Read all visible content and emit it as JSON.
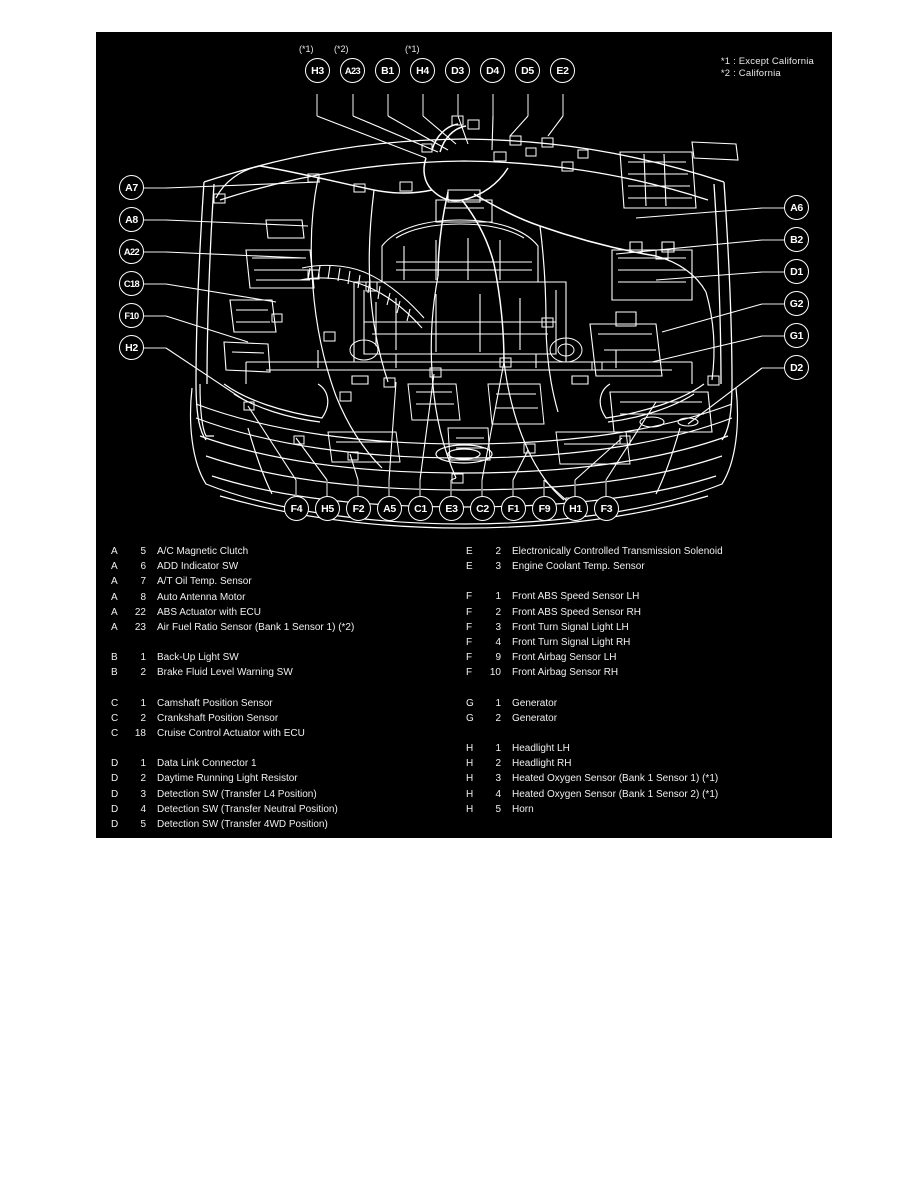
{
  "notes": {
    "line1": "*1 : Except California",
    "line2": "*2 : California"
  },
  "callouts": {
    "top": [
      {
        "id": "H3",
        "star": "(*1)"
      },
      {
        "id": "A23",
        "star": "(*2)"
      },
      {
        "id": "B1",
        "star": ""
      },
      {
        "id": "H4",
        "star": "(*1)"
      },
      {
        "id": "D3",
        "star": ""
      },
      {
        "id": "D4",
        "star": ""
      },
      {
        "id": "D5",
        "star": ""
      },
      {
        "id": "E2",
        "star": ""
      }
    ],
    "left": [
      "A7",
      "A8",
      "A22",
      "C18",
      "F10",
      "H2"
    ],
    "right": [
      "A6",
      "B2",
      "D1",
      "G2",
      "G1",
      "D2"
    ],
    "bottom": [
      "F4",
      "H5",
      "F2",
      "A5",
      "C1",
      "E3",
      "C2",
      "F1",
      "F9",
      "H1",
      "F3"
    ]
  },
  "legend": {
    "left": [
      {
        "type": "A",
        "num": "5",
        "desc": "A/C Magnetic Clutch"
      },
      {
        "type": "A",
        "num": "6",
        "desc": "ADD Indicator SW"
      },
      {
        "type": "A",
        "num": "7",
        "desc": "A/T Oil Temp. Sensor"
      },
      {
        "type": "A",
        "num": "8",
        "desc": "Auto Antenna Motor"
      },
      {
        "type": "A",
        "num": "22",
        "desc": "ABS Actuator with ECU"
      },
      {
        "type": "A",
        "num": "23",
        "desc": "Air Fuel Ratio Sensor (Bank 1 Sensor 1) (*2)"
      },
      {
        "type": "",
        "num": "",
        "desc": ""
      },
      {
        "type": "B",
        "num": "1",
        "desc": "Back-Up Light SW"
      },
      {
        "type": "B",
        "num": "2",
        "desc": "Brake Fluid Level Warning SW"
      },
      {
        "type": "",
        "num": "",
        "desc": ""
      },
      {
        "type": "C",
        "num": "1",
        "desc": "Camshaft Position Sensor"
      },
      {
        "type": "C",
        "num": "2",
        "desc": "Crankshaft Position Sensor"
      },
      {
        "type": "C",
        "num": "18",
        "desc": "Cruise Control Actuator with ECU"
      },
      {
        "type": "",
        "num": "",
        "desc": ""
      },
      {
        "type": "D",
        "num": "1",
        "desc": "Data Link Connector 1"
      },
      {
        "type": "D",
        "num": "2",
        "desc": "Daytime Running Light Resistor"
      },
      {
        "type": "D",
        "num": "3",
        "desc": "Detection SW (Transfer L4 Position)"
      },
      {
        "type": "D",
        "num": "4",
        "desc": "Detection SW (Transfer Neutral Position)"
      },
      {
        "type": "D",
        "num": "5",
        "desc": "Detection SW (Transfer 4WD Position)"
      }
    ],
    "right": [
      {
        "type": "E",
        "num": "2",
        "desc": "Electronically Controlled Transmission Solenoid"
      },
      {
        "type": "E",
        "num": "3",
        "desc": "Engine Coolant Temp. Sensor"
      },
      {
        "type": "",
        "num": "",
        "desc": ""
      },
      {
        "type": "F",
        "num": "1",
        "desc": "Front ABS Speed Sensor LH"
      },
      {
        "type": "F",
        "num": "2",
        "desc": "Front ABS Speed Sensor RH"
      },
      {
        "type": "F",
        "num": "3",
        "desc": "Front Turn Signal Light LH"
      },
      {
        "type": "F",
        "num": "4",
        "desc": "Front Turn Signal Light RH"
      },
      {
        "type": "F",
        "num": "9",
        "desc": "Front Airbag Sensor LH"
      },
      {
        "type": "F",
        "num": "10",
        "desc": "Front Airbag Sensor RH"
      },
      {
        "type": "",
        "num": "",
        "desc": ""
      },
      {
        "type": "G",
        "num": "1",
        "desc": "Generator"
      },
      {
        "type": "G",
        "num": "2",
        "desc": "Generator"
      },
      {
        "type": "",
        "num": "",
        "desc": ""
      },
      {
        "type": "H",
        "num": "1",
        "desc": "Headlight LH"
      },
      {
        "type": "H",
        "num": "2",
        "desc": "Headlight RH"
      },
      {
        "type": "H",
        "num": "3",
        "desc": "Heated Oxygen Sensor (Bank 1 Sensor 1) (*1)"
      },
      {
        "type": "H",
        "num": "4",
        "desc": "Heated Oxygen Sensor (Bank 1 Sensor 2) (*1)"
      },
      {
        "type": "H",
        "num": "5",
        "desc": "Horn"
      }
    ]
  },
  "colors": {
    "panel_background": "#000000",
    "line_art": "#ffffff",
    "leader_stub": "#9a9a9a",
    "text": "#f0f0f0"
  }
}
